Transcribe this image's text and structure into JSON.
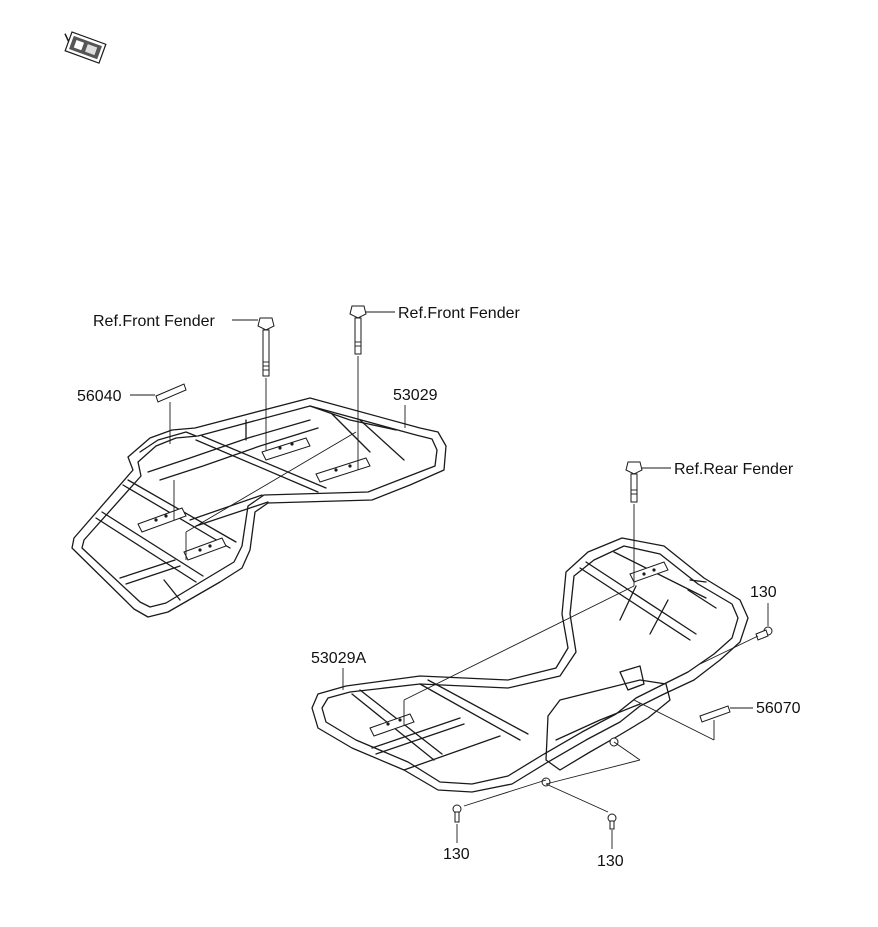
{
  "labels": {
    "front_bolt_left_ref": "Ref.Front Fender",
    "front_bolt_right_ref": "Ref.Front Fender",
    "rear_bolt_ref": "Ref.Rear Fender",
    "front_carrier": "53029",
    "rear_carrier": "53029A",
    "front_pad": "56040",
    "rear_pad": "56070",
    "bolt_rear_right": "130",
    "bolt_rear_left_bottom": "130",
    "bolt_rear_mid_bottom": "130"
  },
  "icons": {
    "corner_logo": "kawasaki-parts-logo-icon"
  }
}
